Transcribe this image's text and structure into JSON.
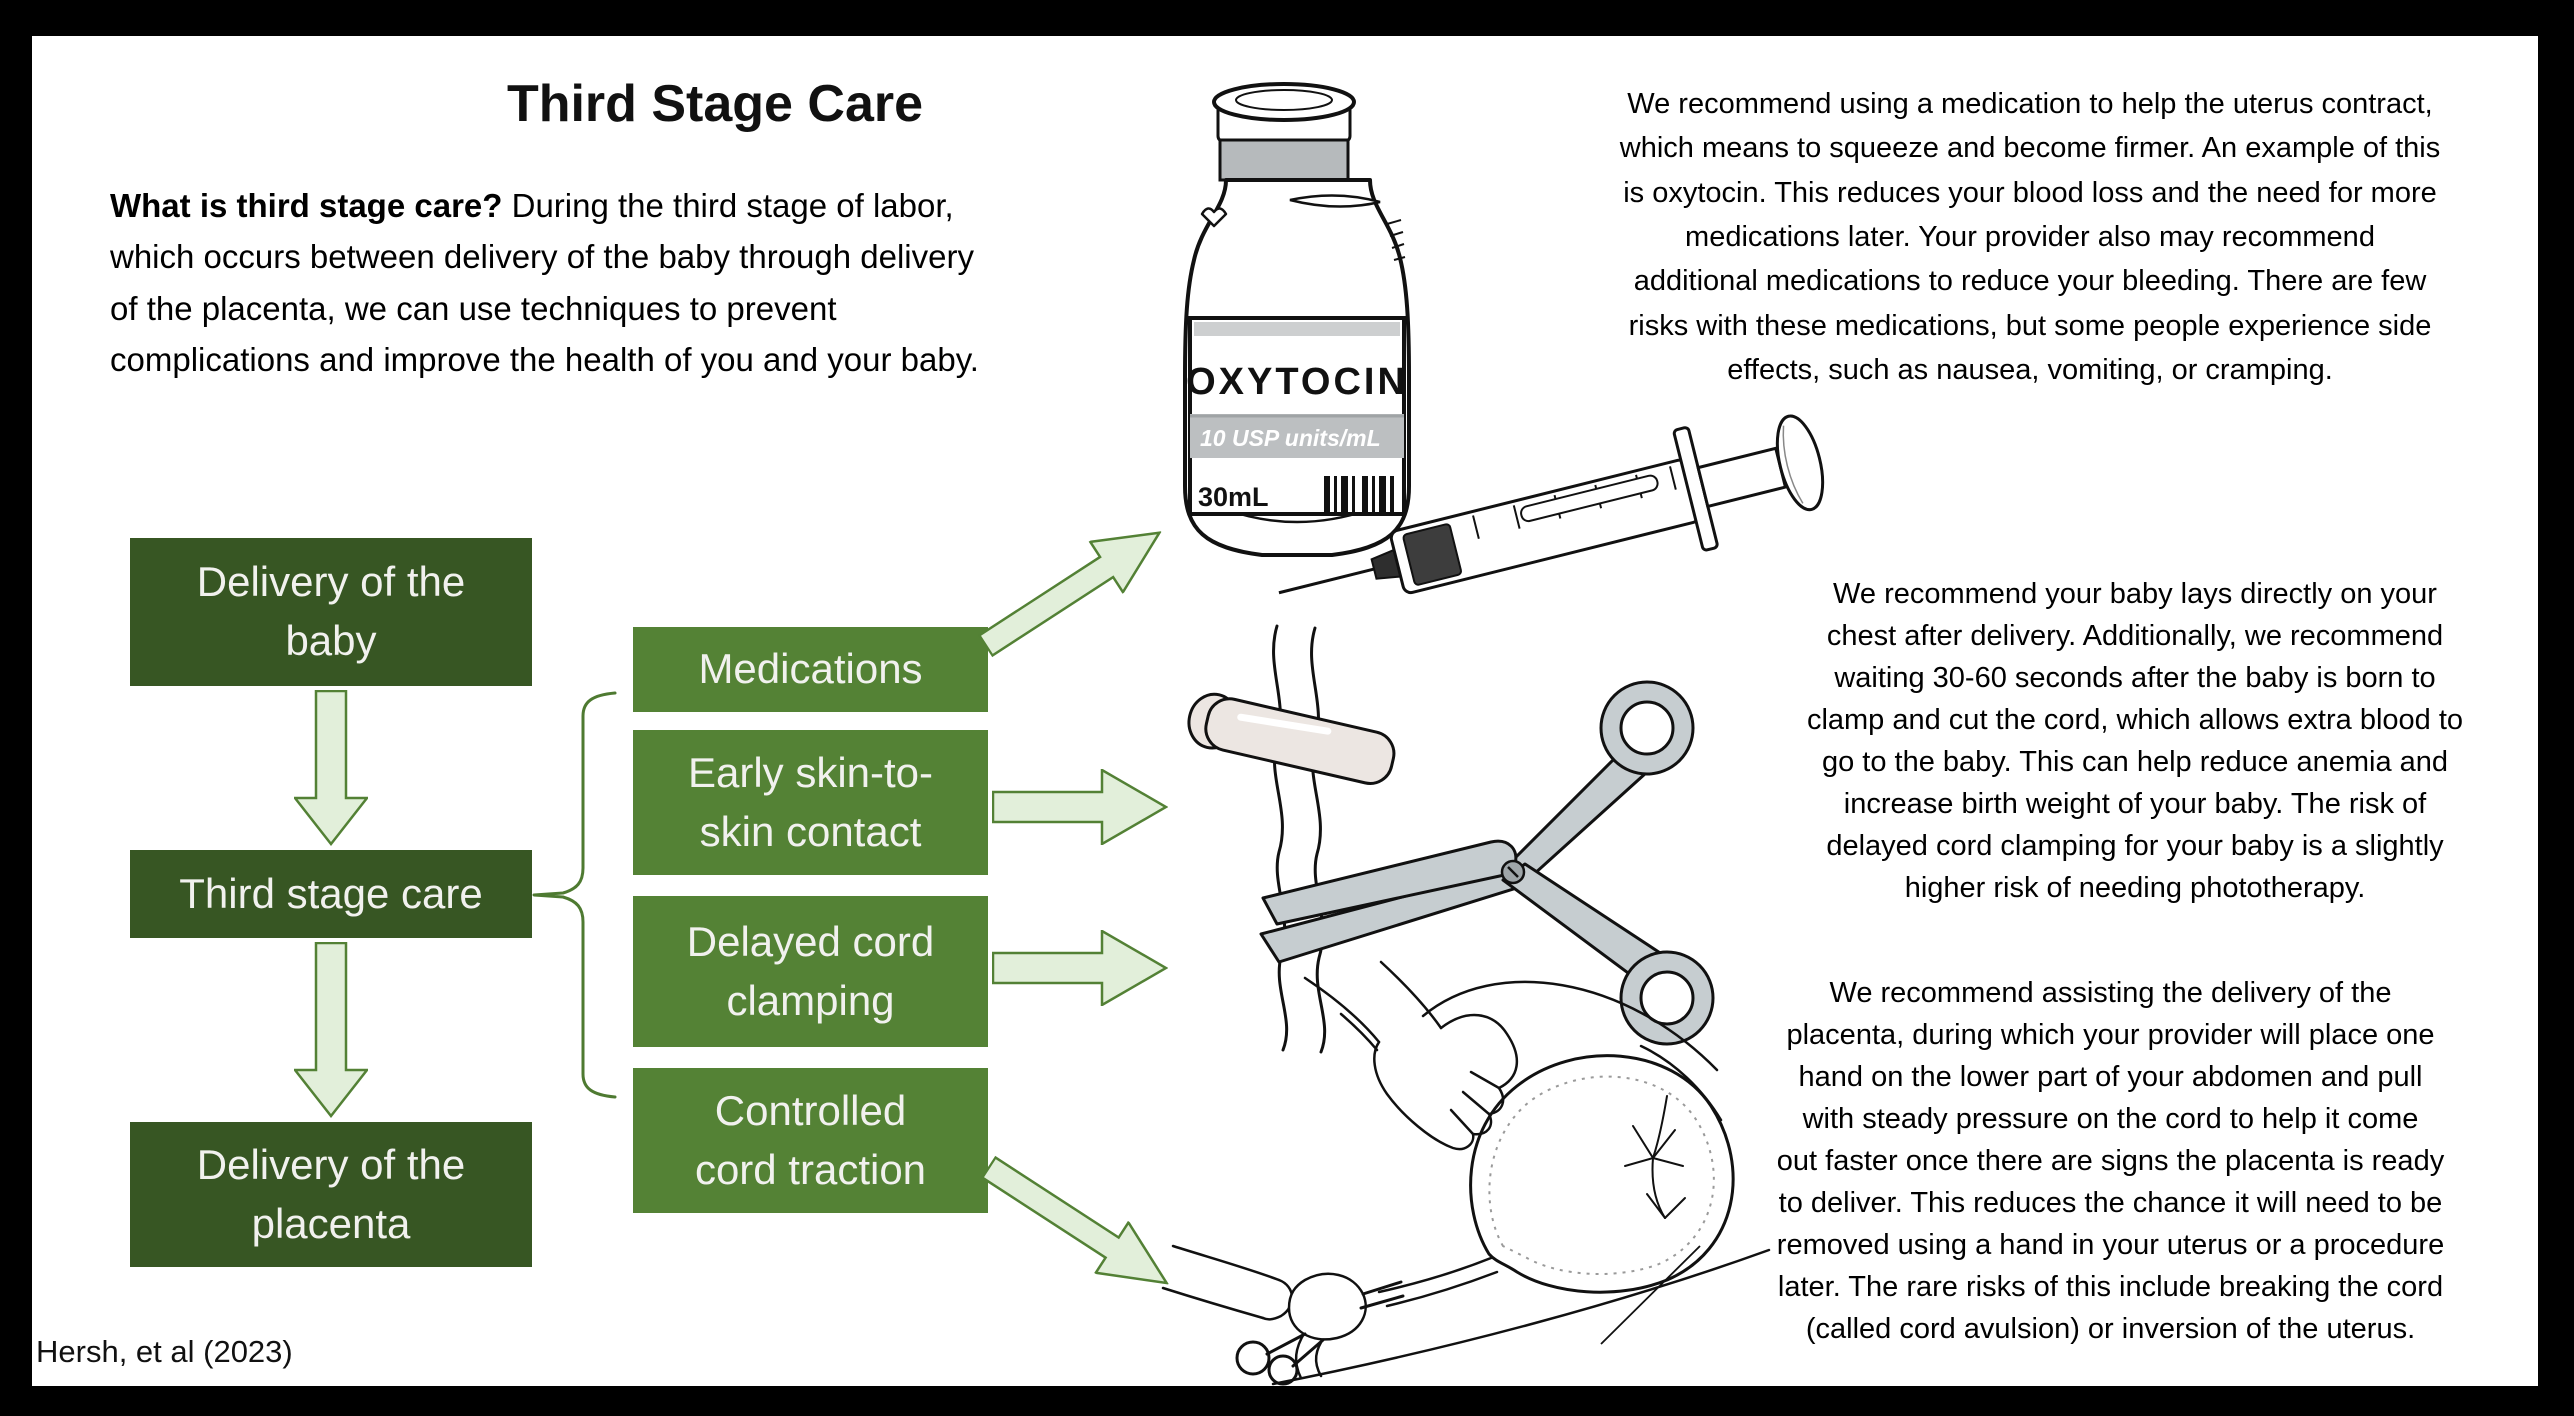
{
  "page": {
    "title": "Third Stage Care",
    "citation": "Hersh, et al (2023)"
  },
  "intro": {
    "lead": "What is third stage care?",
    "body": " During the third stage of labor,\nwhich occurs between delivery of the baby through delivery\nof the placenta, we can use techniques to prevent\ncomplications and improve the health of you and your baby."
  },
  "flowchart": {
    "stages": [
      {
        "label": "Delivery of the\nbaby"
      },
      {
        "label": "Third stage care"
      },
      {
        "label": "Delivery of the\nplacenta"
      }
    ],
    "interventions": [
      {
        "label": "Medications"
      },
      {
        "label": "Early skin-to-\nskin contact"
      },
      {
        "label": "Delayed cord\nclamping"
      },
      {
        "label": "Controlled\ncord traction"
      }
    ]
  },
  "paragraphs": {
    "medications": "We recommend using a medication to help the uterus contract,\nwhich means to squeeze and become firmer. An example of this\nis oxytocin. This reduces your blood loss and the need for more\nmedications later. Your provider also may recommend\nadditional medications to reduce your bleeding. There are few\nrisks with these medications, but some people experience side\neffects, such as nausea, vomiting, or cramping.",
    "cord_care": "We recommend your baby lays directly on your\nchest after delivery. Additionally, we recommend\nwaiting 30-60 seconds after the baby is born to\nclamp and cut the cord, which allows extra blood to\ngo to the baby. This can help reduce anemia and\nincrease birth weight of your baby. The risk of\ndelayed cord clamping for your baby is a slightly\nhigher risk of needing phototherapy.",
    "placenta": "We recommend assisting the delivery of the\nplacenta, during which your provider will place one\nhand on the lower part of your abdomen and pull\nwith steady pressure on the cord to help it come\nout faster once there are signs the placenta is ready\nto deliver. This reduces the chance it will need to be\nremoved using a hand in your uterus or a procedure\nlater. The rare risks of this include breaking the cord\n(called cord avulsion) or inversion of the uterus."
  },
  "vial": {
    "drug_name": "OXYTOCIN",
    "strength": "10 USP units/mL",
    "volume": "30mL"
  },
  "colors": {
    "stage_box": "#375623",
    "intervention_box": "#548235",
    "arrow_fill": "#e2efda",
    "arrow_stroke": "#538135",
    "frame": "#000000"
  }
}
